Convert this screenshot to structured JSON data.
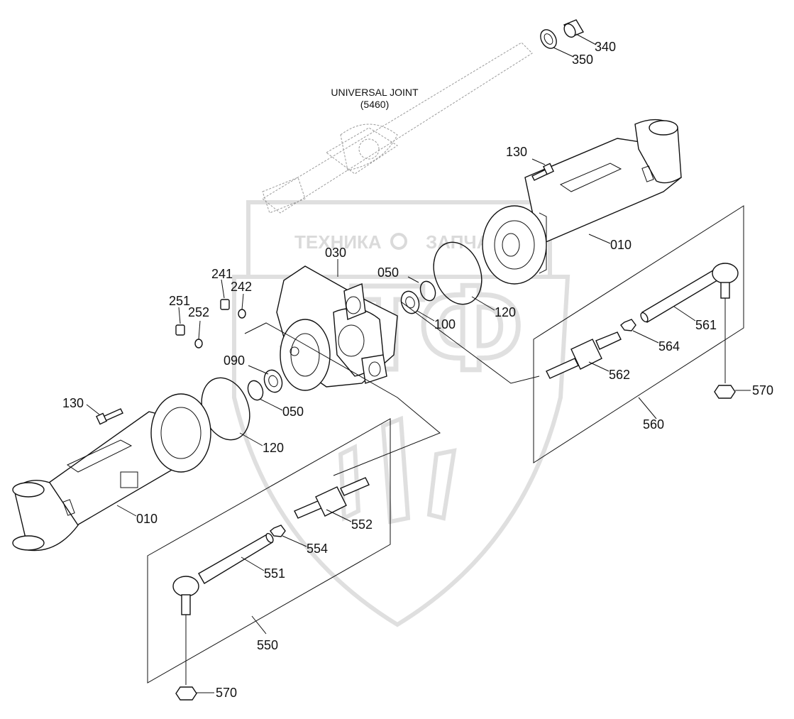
{
  "watermark": {
    "left_text": "ТЕХНИКА",
    "right_text": "ЗАПЧАСТИ",
    "big_letters": "ЗТФ"
  },
  "diagram": {
    "universal_joint": {
      "title": "UNIVERSAL JOINT",
      "ref": "(5460)"
    },
    "labels": {
      "p340": "340",
      "p350": "350",
      "p130_top": "130",
      "p010_top": "010",
      "p030": "030",
      "p241": "241",
      "p242": "242",
      "p251": "251",
      "p252": "252",
      "p050_top": "050",
      "p120_top": "120",
      "p100": "100",
      "p090": "090",
      "p050_bottom": "050",
      "p120_bottom": "120",
      "p130_bottom": "130",
      "p010_bottom": "010",
      "p561": "561",
      "p564": "564",
      "p562": "562",
      "p570_right": "570",
      "p560": "560",
      "p552": "552",
      "p554": "554",
      "p551": "551",
      "p550": "550",
      "p570_bottom": "570"
    }
  }
}
